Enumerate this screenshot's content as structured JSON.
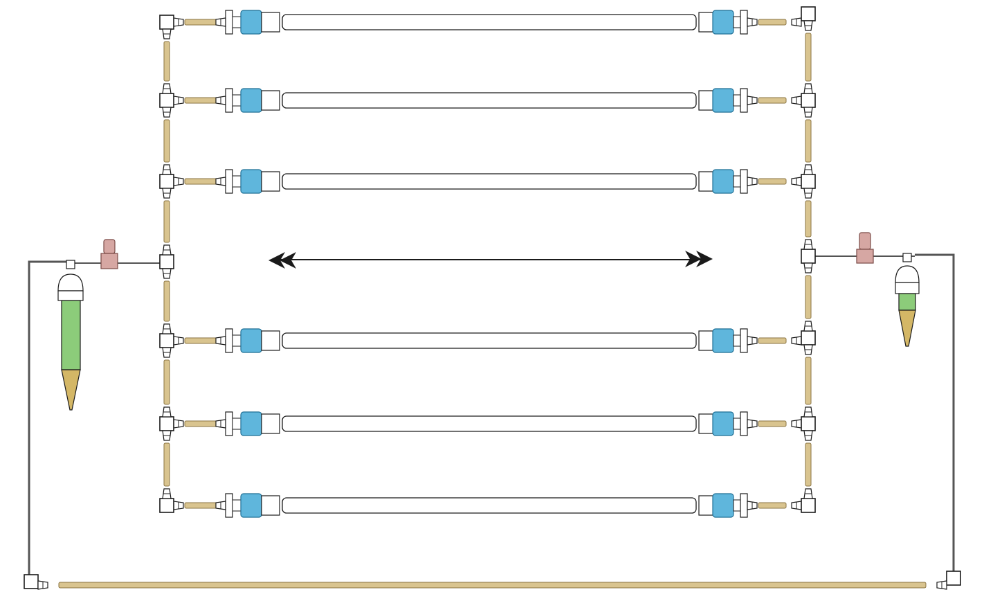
{
  "diagram": {
    "description_text": "",
    "colors": {
      "line": "#1a1a1a",
      "tubing": "#d9c48f",
      "tubing_stroke": "#8a7340",
      "column_body": "#ffffff",
      "cap": "#5fb6dc",
      "cap_stroke": "#1f6f95",
      "valve": "#d6a7a3",
      "valve_stroke": "#7a4a46",
      "reservoir_green": "#8ccc7a",
      "reservoir_tip": "#d4b766",
      "background": "#ffffff"
    },
    "icons": {
      "arrow": "double-headed-arrow",
      "columns": "column-tube",
      "reservoirs": "syringe-reservoir",
      "valves": "stopcock-valve"
    },
    "column_count": 6
  }
}
